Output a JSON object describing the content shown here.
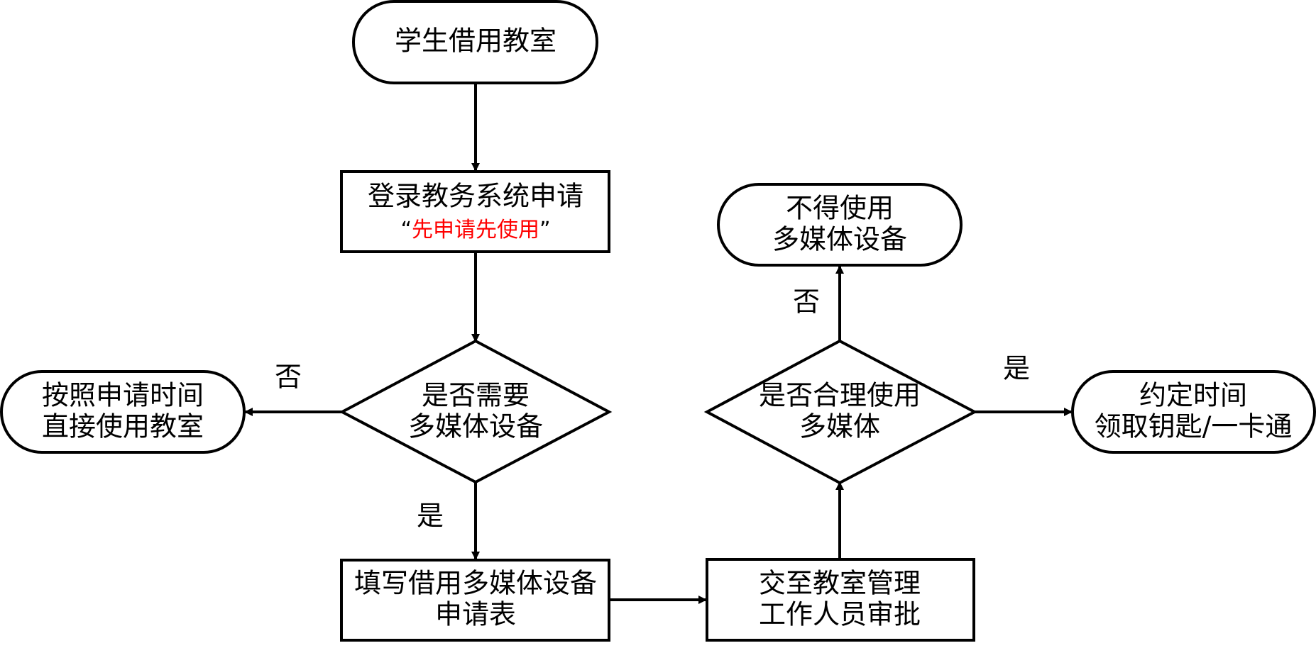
{
  "colors": {
    "stroke": "#000000",
    "text": "#000000",
    "highlight": "#ff0000"
  },
  "nodes": {
    "start": "学生借用教室",
    "login_line1": "登录教务系统申请",
    "login_quote_open": "“",
    "login_highlight": "先申请先使用",
    "login_quote_close": "”",
    "need_multimedia_line1": "是否需要",
    "need_multimedia_line2": "多媒体设备",
    "direct_use_line1": "按照申请时间",
    "direct_use_line2": "直接使用教室",
    "fill_form_line1": "填写借用多媒体设备",
    "fill_form_line2": "申请表",
    "approval_line1": "交至教室管理",
    "approval_line2": "工作人员审批",
    "reasonable_line1": "是否合理使用",
    "reasonable_line2": "多媒体",
    "no_multimedia_line1": "不得使用",
    "no_multimedia_line2": "多媒体设备",
    "appointment_line1": "约定时间",
    "appointment_line2": "领取钥匙/一卡通"
  },
  "edges": {
    "need_no": "否",
    "need_yes": "是",
    "reasonable_no": "否",
    "reasonable_yes": "是"
  }
}
